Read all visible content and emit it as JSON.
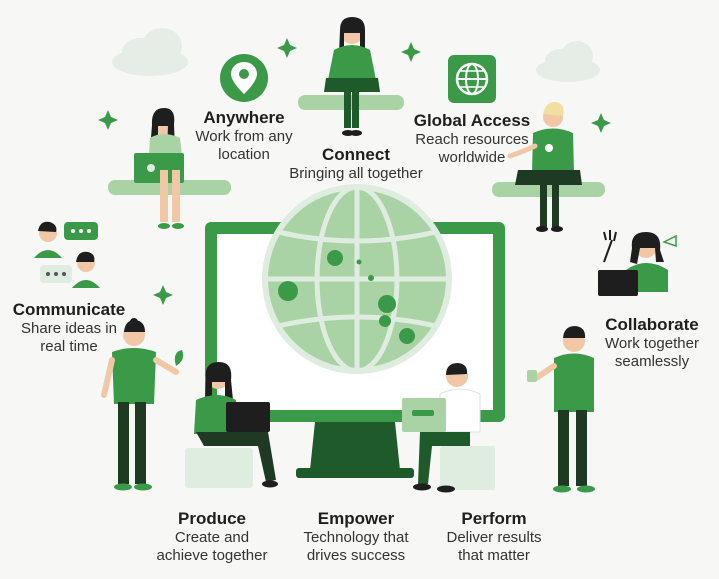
{
  "colors": {
    "primary": "#3a9a48",
    "dark": "#1e5a2a",
    "light": "#a9d3a4",
    "pale": "#dfece0",
    "skin": "#f1c7a6",
    "hair": "#1e1e1e"
  },
  "icons": [
    "location-pin-icon",
    "globe-icon",
    "sparkle-icon",
    "cloud-icon",
    "chat-bubble-icon",
    "leaf-icon"
  ],
  "items": {
    "anywhere": {
      "title": "Anywhere",
      "line1": "Work from any",
      "line2": "location"
    },
    "connect": {
      "title": "Connect",
      "line1": "Bringing all together",
      "line2": ""
    },
    "global": {
      "title": "Global Access",
      "line1": "Reach resources",
      "line2": "worldwide"
    },
    "communicate": {
      "title": "Communicate",
      "line1": "Share ideas in",
      "line2": "real time"
    },
    "collaborate": {
      "title": "Collaborate",
      "line1": "Work together",
      "line2": "seamlessly"
    },
    "produce": {
      "title": "Produce",
      "line1": "Create and",
      "line2": "achieve together"
    },
    "empower": {
      "title": "Empower",
      "line1": "Technology that",
      "line2": "drives success"
    },
    "perform": {
      "title": "Perform",
      "line1": "Deliver results",
      "line2": "that matter"
    }
  }
}
